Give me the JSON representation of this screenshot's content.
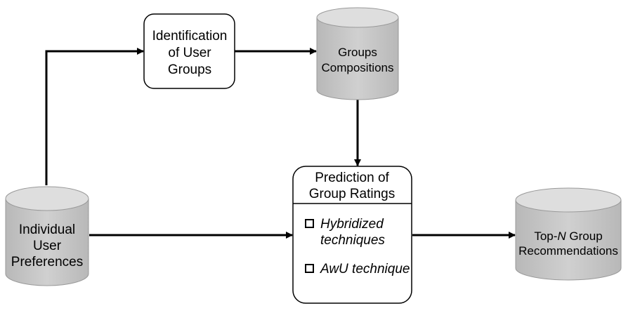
{
  "diagram": {
    "nodes": {
      "identification": {
        "lines": [
          "Identification",
          "of User",
          "Groups"
        ]
      },
      "groups_compositions": {
        "lines": [
          "Groups",
          "Compositions"
        ]
      },
      "individual_prefs": {
        "lines": [
          "Individual",
          "User",
          "Preferences"
        ]
      },
      "prediction": {
        "title_lines": [
          "Prediction of",
          "Group Ratings"
        ],
        "items": [
          {
            "lines": [
              "Hybridized",
              "techniques"
            ]
          },
          {
            "lines": [
              "AwU technique"
            ]
          }
        ]
      },
      "topn": {
        "line1_prefix": "Top-",
        "line1_n": "N",
        "line1_suffix": " Group",
        "line2": "Recommendations"
      }
    },
    "colors": {
      "cylinder_fill": "#c8c8c8",
      "cylinder_top": "#dedede",
      "stroke": "#000000"
    }
  }
}
